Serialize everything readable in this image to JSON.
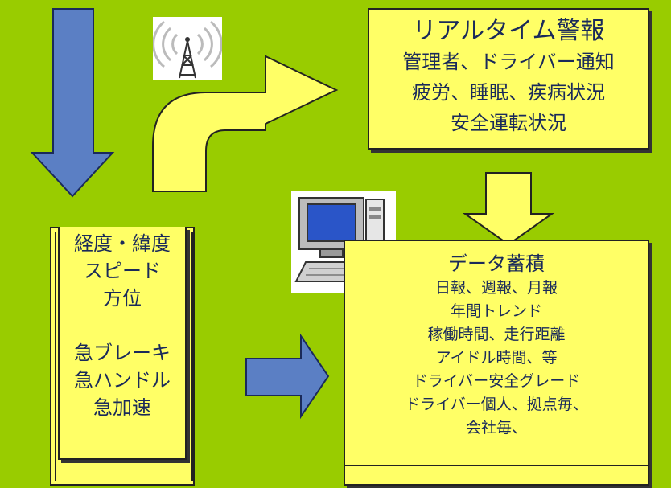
{
  "alert_box": {
    "title": "リアルタイム警報",
    "lines": [
      "管理者、ドライバー通知",
      "疲労、睡眠、疾病状況",
      "安全運転状況"
    ]
  },
  "sensor_box": {
    "lines": [
      "経度・緯度",
      "スピード",
      "方位",
      "",
      "急ブレーキ",
      "急ハンドル",
      "急加速"
    ]
  },
  "data_box": {
    "title": "データ蓄積",
    "lines": [
      "日報、週報、月報",
      "年間トレンド",
      "稼働時間、走行距離",
      "アイドル時間、等",
      "ドライバー安全グレード",
      "ドライバー個人、拠点毎、",
      "会社毎、"
    ]
  },
  "icons": {
    "antenna": "antenna-tower-icon",
    "computer": "desktop-computer-icon"
  },
  "colors": {
    "background": "#99cc00",
    "box_fill": "#ffff66",
    "arrow_blue": "#5b7fc4",
    "arrow_yellow": "#ffff66",
    "text": "#1a2a5a"
  }
}
